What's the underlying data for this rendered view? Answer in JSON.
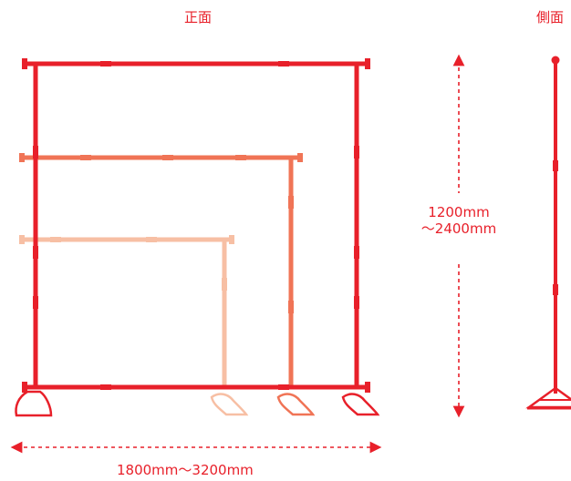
{
  "labels": {
    "front": "正面",
    "side": "側面",
    "height_line1": "1200mm",
    "height_line2": "～2400mm",
    "width": "1800mm～3200mm"
  },
  "colors": {
    "large": "#e8202a",
    "medium": "#f07456",
    "small": "#f7bfa4",
    "dimension": "#e8202a"
  }
}
